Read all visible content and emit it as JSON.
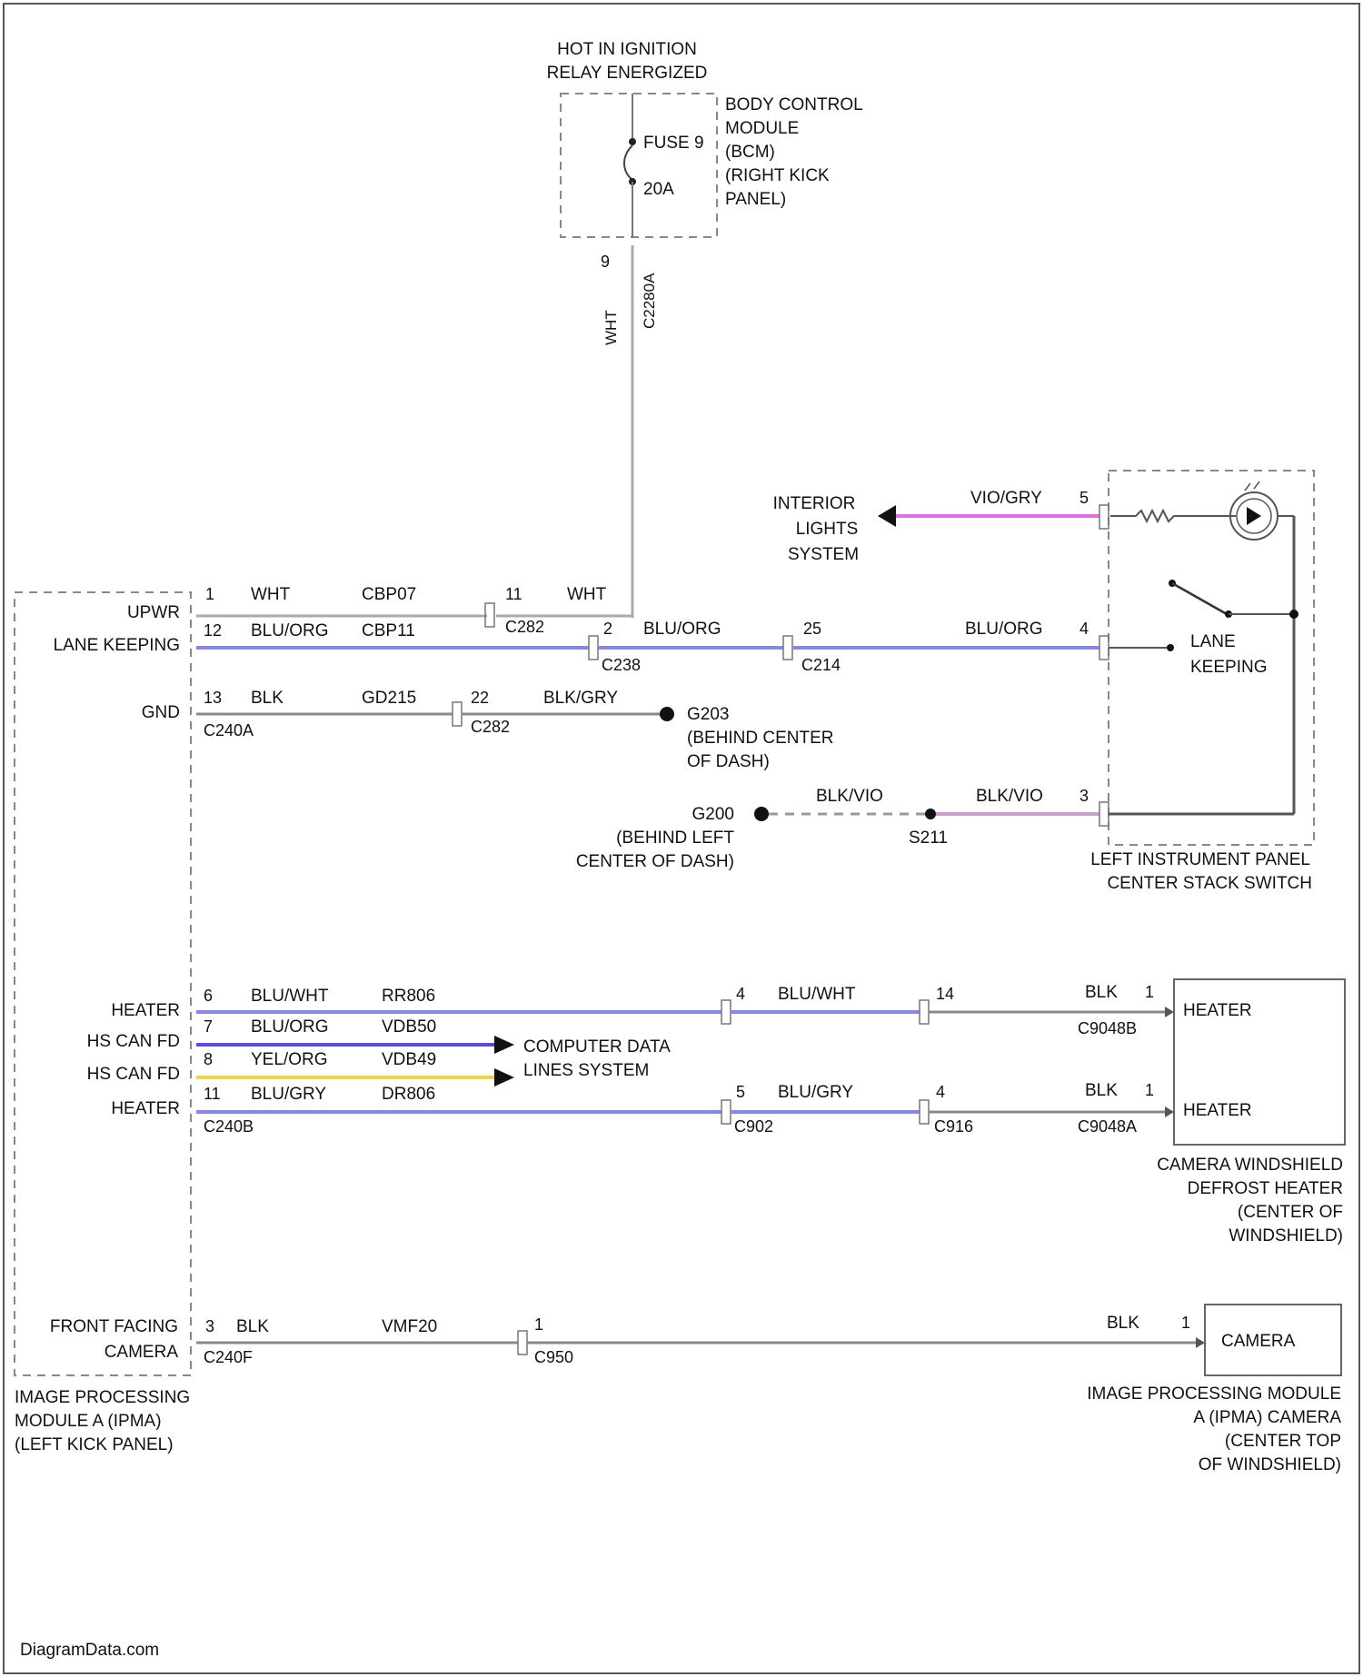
{
  "colors": {
    "gray_wire": "#8a8a8a",
    "blue_wire": "#7a7ce0",
    "violet_wire": "#5a4fd6",
    "yellow_wire": "#e8d848",
    "pink_wire": "#e070e0",
    "black_violet_wire": "#b08ab8",
    "frame": "#555555",
    "dashed_box": "#888888"
  },
  "top": {
    "power_label_line1": "HOT IN IGNITION",
    "power_label_line2": "RELAY ENERGIZED",
    "fuse_name": "FUSE 9",
    "fuse_rating": "20A",
    "bcm_line1": "BODY CONTROL",
    "bcm_line2": "MODULE",
    "bcm_line3": "(BCM)",
    "bcm_line4": "(RIGHT KICK",
    "bcm_line5": "PANEL)",
    "pin": "9",
    "wire_color": "WHT",
    "connector": "C2280A"
  },
  "ipma": {
    "label_line1": "IMAGE PROCESSING",
    "label_line2": "MODULE A (IPMA)",
    "label_line3": "(LEFT KICK PANEL)",
    "pins": [
      {
        "name": "UPWR",
        "pin": "1",
        "color": "WHT",
        "circuit": "CBP07"
      },
      {
        "name": "LANE KEEPING",
        "pin": "12",
        "color": "BLU/ORG",
        "circuit": "CBP11"
      },
      {
        "name": "GND",
        "pin": "13",
        "color": "BLK",
        "circuit": "GD215",
        "connector": "C240A"
      },
      {
        "name": "HEATER",
        "pin": "6",
        "color": "BLU/WHT",
        "circuit": "RR806"
      },
      {
        "name": "HS CAN FD",
        "pin": "7",
        "color": "BLU/ORG",
        "circuit": "VDB50"
      },
      {
        "name": "HS CAN FD",
        "pin": "8",
        "color": "YEL/ORG",
        "circuit": "VDB49"
      },
      {
        "name": "HEATER",
        "pin": "11",
        "color": "BLU/GRY",
        "circuit": "DR806",
        "connector": "C240B"
      },
      {
        "name": "FRONT FACING",
        "name2": "CAMERA",
        "pin": "3",
        "color": "BLK",
        "circuit": "VMF20",
        "connector": "C240F"
      }
    ]
  },
  "splices": {
    "c282_pin": "11",
    "c282_color": "WHT",
    "c282": "C282",
    "c238_pin": "2",
    "c238_color": "BLU/ORG",
    "c238": "C238",
    "c214_pin": "25",
    "c214": "C214",
    "c214_color": "BLU/ORG",
    "gnd_pin": "22",
    "gnd_color": "BLK/GRY",
    "gnd_conn": "C282",
    "g203": "G203",
    "g203_line2": "(BEHIND CENTER",
    "g203_line3": "OF DASH)",
    "g200": "G200",
    "g200_line2": "(BEHIND LEFT",
    "g200_line3": "CENTER OF DASH)",
    "s211": "S211",
    "s211_left_color": "BLK/VIO",
    "s211_right_color": "BLK/VIO"
  },
  "switch": {
    "label_line1": "LEFT INSTRUMENT PANEL",
    "label_line2": "CENTER STACK SWITCH",
    "pin5": "5",
    "pin4": "4",
    "pin3": "3",
    "pin5_color": "VIO/GRY",
    "lane_label_line1": "LANE",
    "lane_label_line2": "KEEPING",
    "interior_line1": "INTERIOR",
    "interior_line2": "LIGHTS",
    "interior_line3": "SYSTEM"
  },
  "can": {
    "label_line1": "COMPUTER DATA",
    "label_line2": "LINES SYSTEM"
  },
  "heater": {
    "c902_upper_pin": "4",
    "c902_upper_color": "BLU/WHT",
    "c902_lower_pin": "5",
    "c902_lower_color": "BLU/GRY",
    "c902": "C902",
    "c916_upper_pin": "14",
    "c916_lower_pin": "4",
    "c916": "C916",
    "upper_color": "BLK",
    "upper_pin": "1",
    "upper_conn": "C9048B",
    "lower_color": "BLK",
    "lower_pin": "1",
    "lower_conn": "C9048A",
    "box_upper": "HEATER",
    "box_lower": "HEATER",
    "label_line1": "CAMERA WINDSHIELD",
    "label_line2": "DEFROST HEATER",
    "label_line3": "(CENTER OF",
    "label_line4": "WINDSHIELD)"
  },
  "camera": {
    "c950_pin": "1",
    "c950": "C950",
    "color": "BLK",
    "pin": "1",
    "box": "CAMERA",
    "label_line1": "IMAGE PROCESSING MODULE",
    "label_line2": "A (IPMA) CAMERA",
    "label_line3": "(CENTER TOP",
    "label_line4": "OF WINDSHIELD)"
  },
  "watermark": "DiagramData.com"
}
